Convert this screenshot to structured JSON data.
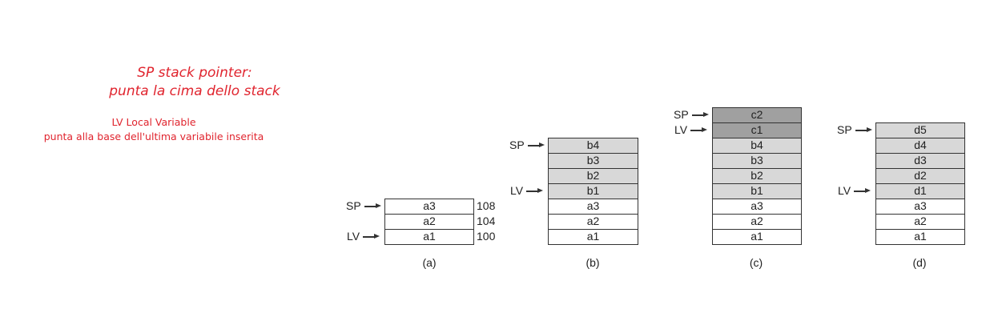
{
  "annotations": {
    "sp_title": "SP stack pointer:",
    "sp_desc": "punta la cima dello stack",
    "lv_title": "LV Local Variable",
    "lv_desc": "punta alla base dell'ultima variabile inserita"
  },
  "pointer_labels": {
    "sp": "SP",
    "lv": "LV"
  },
  "stacks": {
    "a": {
      "caption": "(a)",
      "cells": [
        "a3",
        "a2",
        "a1"
      ],
      "addresses": [
        "108",
        "104",
        "100"
      ]
    },
    "b": {
      "caption": "(b)",
      "cells": [
        "b4",
        "b3",
        "b2",
        "b1",
        "a3",
        "a2",
        "a1"
      ]
    },
    "c": {
      "caption": "(c)",
      "cells": [
        "c2",
        "c1",
        "b4",
        "b3",
        "b2",
        "b1",
        "a3",
        "a2",
        "a1"
      ]
    },
    "d": {
      "caption": "(d)",
      "cells": [
        "d5",
        "d4",
        "d3",
        "d2",
        "d1",
        "a3",
        "a2",
        "a1"
      ]
    }
  },
  "colors": {
    "annotation": "#e0242e",
    "new_frame_fill": "#d8d8d8",
    "current_frame_fill": "#a0a0a0",
    "base_fill": "#ffffff"
  }
}
